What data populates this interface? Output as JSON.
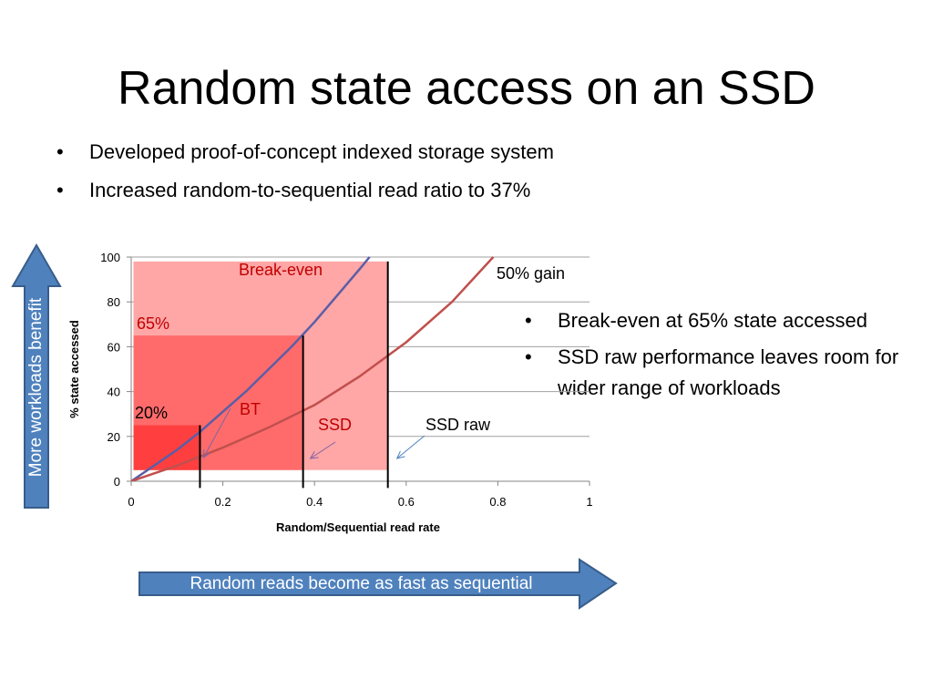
{
  "slide": {
    "title": "Random state access on an SSD",
    "bullets": [
      "Developed proof-of-concept indexed storage system",
      "Increased random-to-sequential read ratio to 37%"
    ],
    "side_bullets": [
      "Break-even at 65% state accessed",
      "SSD raw performance leaves room for wider range of workloads"
    ],
    "arrow_up_label": "More workloads benefit",
    "arrow_right_label": "Random reads become as fast as sequential"
  },
  "colors": {
    "arrow_fill": "#4f81bd",
    "arrow_stroke": "#385d8a",
    "region_light": "#ffa6a6",
    "region_mid": "#ff6b6b",
    "region_dark": "#ff3f3f",
    "breakeven_curve": "#5b5ea6",
    "gain_curve": "#c0504d",
    "annotation_red": "#c00000"
  },
  "chart_data": {
    "type": "line",
    "xlabel": "Random/Sequential read rate",
    "ylabel": "% state accessed",
    "xlim": [
      0,
      1
    ],
    "ylim": [
      0,
      100
    ],
    "x_ticks": [
      "0",
      "0.2",
      "0.4",
      "0.6",
      "0.8",
      "1"
    ],
    "y_ticks": [
      "0",
      "20",
      "40",
      "60",
      "80",
      "100"
    ],
    "grid": true,
    "series": [
      {
        "name": "Break-even",
        "color": "#5b5ea6",
        "x": [
          0,
          0.05,
          0.1,
          0.15,
          0.2,
          0.25,
          0.3,
          0.35,
          0.4,
          0.45,
          0.5,
          0.52
        ],
        "y": [
          0,
          7,
          14,
          22,
          31,
          40,
          50,
          60,
          71,
          83,
          95,
          100
        ]
      },
      {
        "name": "50% gain",
        "color": "#c0504d",
        "x": [
          0,
          0.1,
          0.2,
          0.3,
          0.4,
          0.5,
          0.6,
          0.7,
          0.79
        ],
        "y": [
          0,
          7,
          15,
          24,
          34,
          47,
          62,
          80,
          100
        ]
      }
    ],
    "regions": [
      {
        "label": "SSD raw",
        "x_end": 0.56,
        "y_top": 98,
        "fill": "#ffa6a6"
      },
      {
        "label": "SSD",
        "x_end": 0.375,
        "y_top": 65,
        "fill": "#ff6b6b"
      },
      {
        "label": "BT",
        "x_end": 0.15,
        "y_top": 25,
        "fill": "#ff3f3f"
      }
    ],
    "markers": [
      {
        "x": 0.15,
        "y_top": 25
      },
      {
        "x": 0.375,
        "y_top": 65
      },
      {
        "x": 0.56,
        "y_top": 98
      }
    ],
    "annotations": [
      {
        "text": "Break-even",
        "color": "#c00000"
      },
      {
        "text": "50% gain",
        "color": "#000000"
      },
      {
        "text": "65%",
        "color": "#c00000"
      },
      {
        "text": "20%",
        "color": "#000000"
      },
      {
        "text": "BT",
        "color": "#c00000"
      },
      {
        "text": "SSD",
        "color": "#c00000"
      },
      {
        "text": "SSD raw",
        "color": "#000000"
      }
    ]
  }
}
